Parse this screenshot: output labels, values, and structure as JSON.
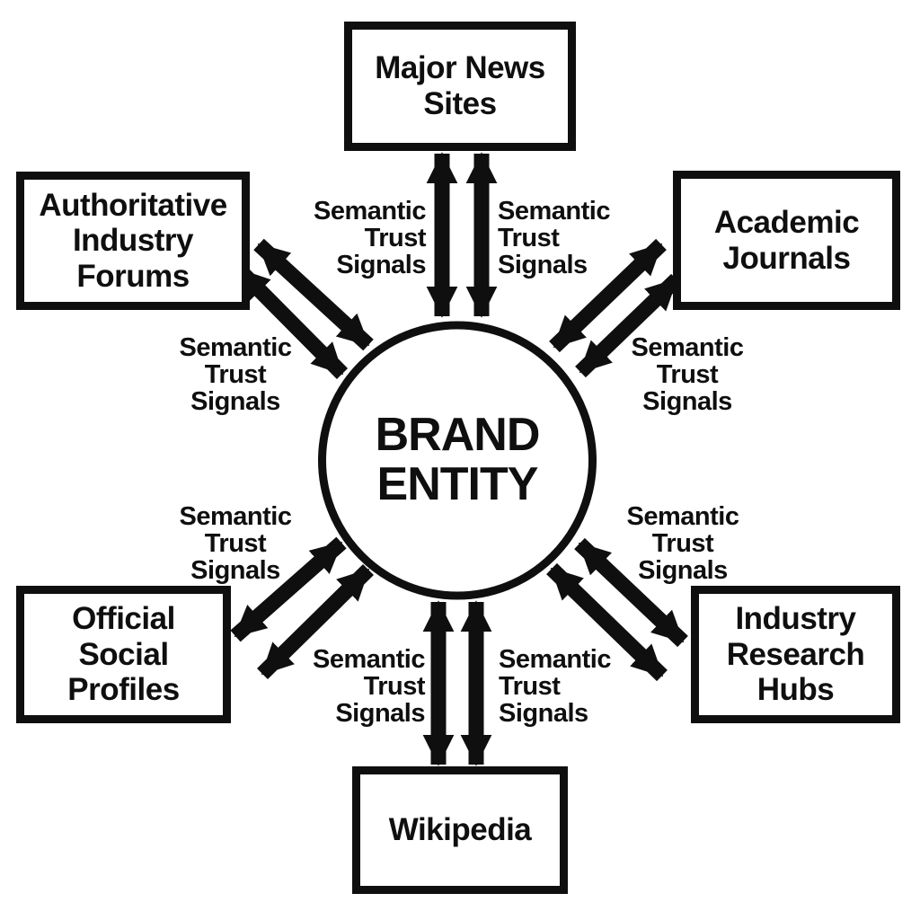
{
  "diagram": {
    "background_color": "#ffffff",
    "ink_color": "#0f0f0f",
    "center_node": {
      "label": "BRAND ENTITY"
    },
    "nodes": [
      {
        "label": "Major News Sites"
      },
      {
        "label": "Authoritative Industry Forums"
      },
      {
        "label": "Academic Journals"
      },
      {
        "label": "Official Social Profiles"
      },
      {
        "label": "Industry Research Hubs"
      },
      {
        "label": "Wikipedia"
      }
    ],
    "edges": [
      {
        "from": "BRAND ENTITY",
        "to": "Major News Sites",
        "bidirectional": true,
        "labels": [
          "Semantic Trust Signals",
          "Semantic Trust Signals"
        ]
      },
      {
        "from": "BRAND ENTITY",
        "to": "Authoritative Industry Forums",
        "bidirectional": true,
        "labels": [
          "Semantic Trust Signals"
        ]
      },
      {
        "from": "BRAND ENTITY",
        "to": "Academic Journals",
        "bidirectional": true,
        "labels": [
          "Semantic Trust Signals"
        ]
      },
      {
        "from": "BRAND ENTITY",
        "to": "Official Social Profiles",
        "bidirectional": true,
        "labels": [
          "Semantic Trust Signals"
        ]
      },
      {
        "from": "BRAND ENTITY",
        "to": "Industry Research Hubs",
        "bidirectional": true,
        "labels": [
          "Semantic Trust Signals"
        ]
      },
      {
        "from": "BRAND ENTITY",
        "to": "Wikipedia",
        "bidirectional": true,
        "labels": [
          "Semantic Trust Signals",
          "Semantic Trust Signals"
        ]
      }
    ]
  }
}
